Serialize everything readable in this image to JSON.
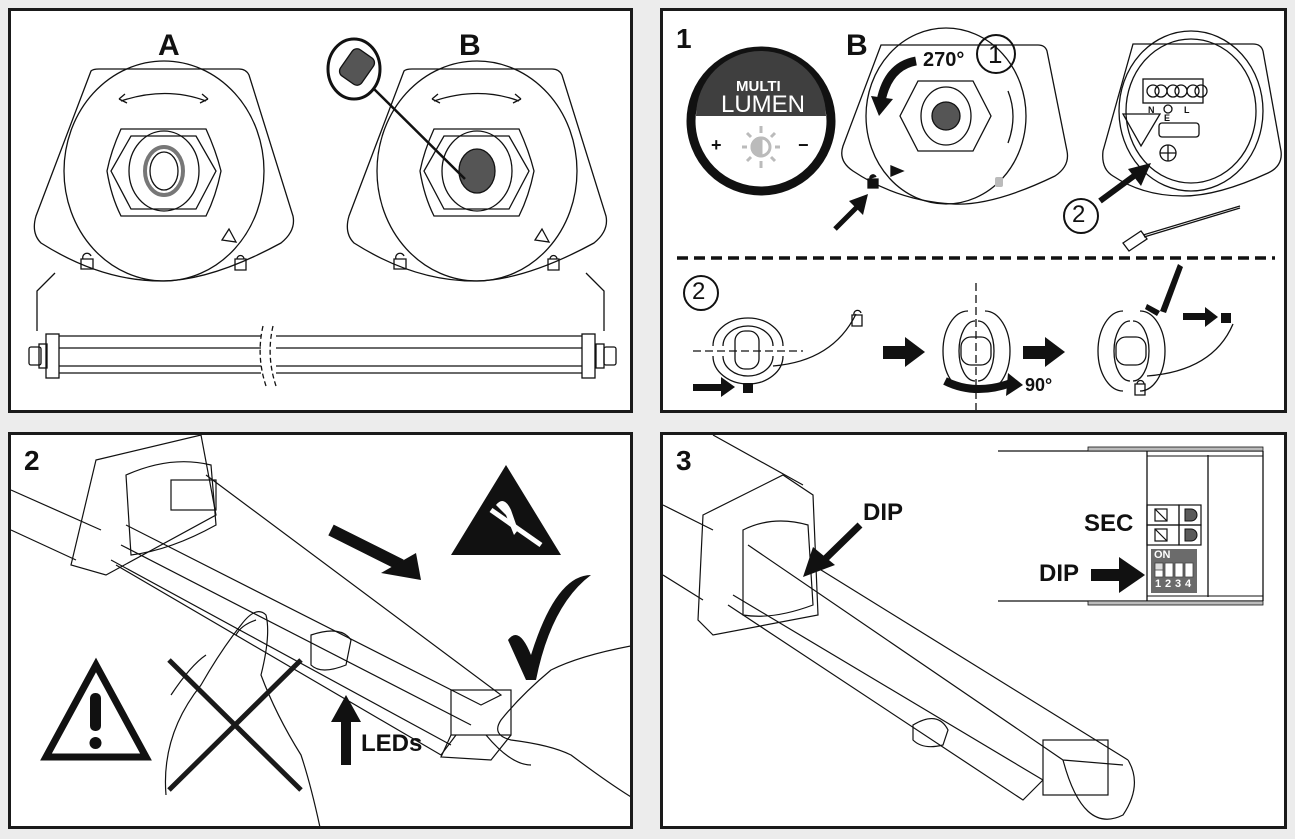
{
  "panel_top_left": {
    "label_a": "A",
    "label_b": "B"
  },
  "panel_top_right": {
    "step_number": "1",
    "label_b": "B",
    "rotation_angle": "270°",
    "callout_1": "1",
    "callout_2": "2",
    "badge_line1": "MULTI",
    "badge_line2": "LUMEN",
    "badge_plus": "+",
    "badge_minus": "−",
    "terminal_n": "N",
    "terminal_e": "E",
    "terminal_l": "L",
    "sub_step": "2",
    "rotate_90": "90°"
  },
  "panel_bottom_left": {
    "step_number": "2",
    "leds_label": "LEDs"
  },
  "panel_bottom_right": {
    "step_number": "3",
    "dip_label_main": "DIP",
    "sec_label": "SEC",
    "dip_label_inset": "DIP",
    "dip_on": "ON",
    "dip_switches": [
      "1",
      "2",
      "3",
      "4"
    ]
  },
  "colors": {
    "frame": "#1a1a1a",
    "dark_fill": "#3f3f3f",
    "mid_gray": "#5a5a5a",
    "dip_gray": "#6b6b6b",
    "light_gray": "#bdbdbd",
    "background": "#ececec"
  }
}
